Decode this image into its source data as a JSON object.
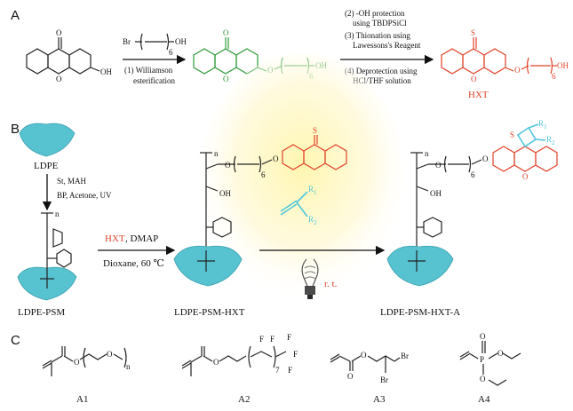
{
  "panels": {
    "a": "A",
    "b": "B",
    "c": "C"
  },
  "scheme_a": {
    "reagent_chain": "Br",
    "reagent_oh": "OH",
    "subscript_6": "6",
    "step1": "(1) Williamson",
    "step1_cont": "esterification",
    "step2": "(2) -OH protection",
    "step2_cont": "using TBDPSiCl",
    "step3": "(3) Thionation using",
    "step3_cont": "Lawessons's Reagent",
    "step4": "(4) Deprotection using",
    "step4_cont": "HCl/THF solution",
    "start_oh": "OH",
    "start_carbonyl": "O",
    "ring_o": "O",
    "green_o": "O",
    "ether_o": "O",
    "product_s": "S",
    "product_name": "HXT"
  },
  "scheme_b": {
    "ldpe": "LDPE",
    "graft_reagents": "St, MAH",
    "graft_conditions": "BP, Acetone, UV",
    "ldpe_psm": "LDPE-PSM",
    "reagent_hxt": "HXT",
    "reagent_dmap": ", DMAP",
    "solvent": "Dioxane, 60 ℃",
    "ldpe_psm_hxt": "LDPE-PSM-HXT",
    "rt": "r. t.",
    "ldpe_psm_hxt_a": "LDPE-PSM-HXT-A",
    "alkene_r1": "R",
    "alkene_r2": "R",
    "sub1": "1",
    "sub2": "2",
    "n": "n",
    "oh": "OH",
    "o": "O",
    "s": "S"
  },
  "monomers": [
    {
      "label": "A1",
      "n": "n",
      "o": "O"
    },
    {
      "label": "A2",
      "f": "F",
      "sub7": "7"
    },
    {
      "label": "A3",
      "br": "Br"
    },
    {
      "label": "A4",
      "p": "P",
      "o": "O"
    }
  ],
  "colors": {
    "green": "#2e9b3a",
    "red": "#e0442a",
    "cyan": "#4fc6d9",
    "glow": "#fff3a0"
  }
}
